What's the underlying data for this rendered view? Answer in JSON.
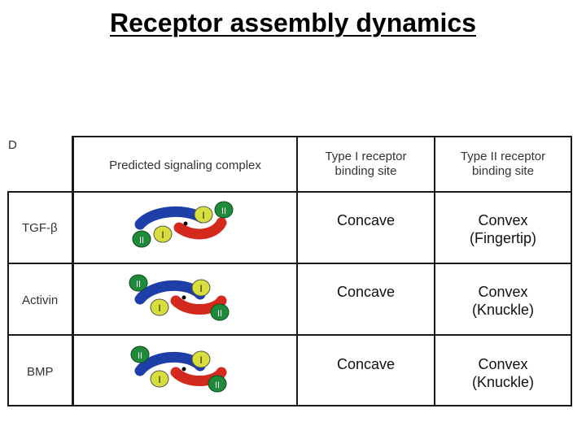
{
  "title": "Receptor assembly dynamics",
  "panel_label": "D",
  "table": {
    "headers": {
      "complex": "Predicted signaling complex",
      "type1": "Type I receptor\nbinding site",
      "type2": "Type II receptor\nbinding site"
    },
    "rows": [
      {
        "ligand": "TGF-β",
        "type1": "Concave",
        "type2": "Convex\n(Fingertip)"
      },
      {
        "ligand": "Activin",
        "type1": "Concave",
        "type2": "Convex\n(Knuckle)"
      },
      {
        "ligand": "BMP",
        "type1": "Concave",
        "type2": "Convex\n(Knuckle)"
      }
    ],
    "receptor_labels": {
      "type1": "I",
      "type2": "II"
    }
  },
  "colors": {
    "ligand_blue": "#1f3fa8",
    "ligand_red": "#d42a1e",
    "type1_receptor": "#d8df3c",
    "type2_receptor": "#1e8a3a"
  }
}
